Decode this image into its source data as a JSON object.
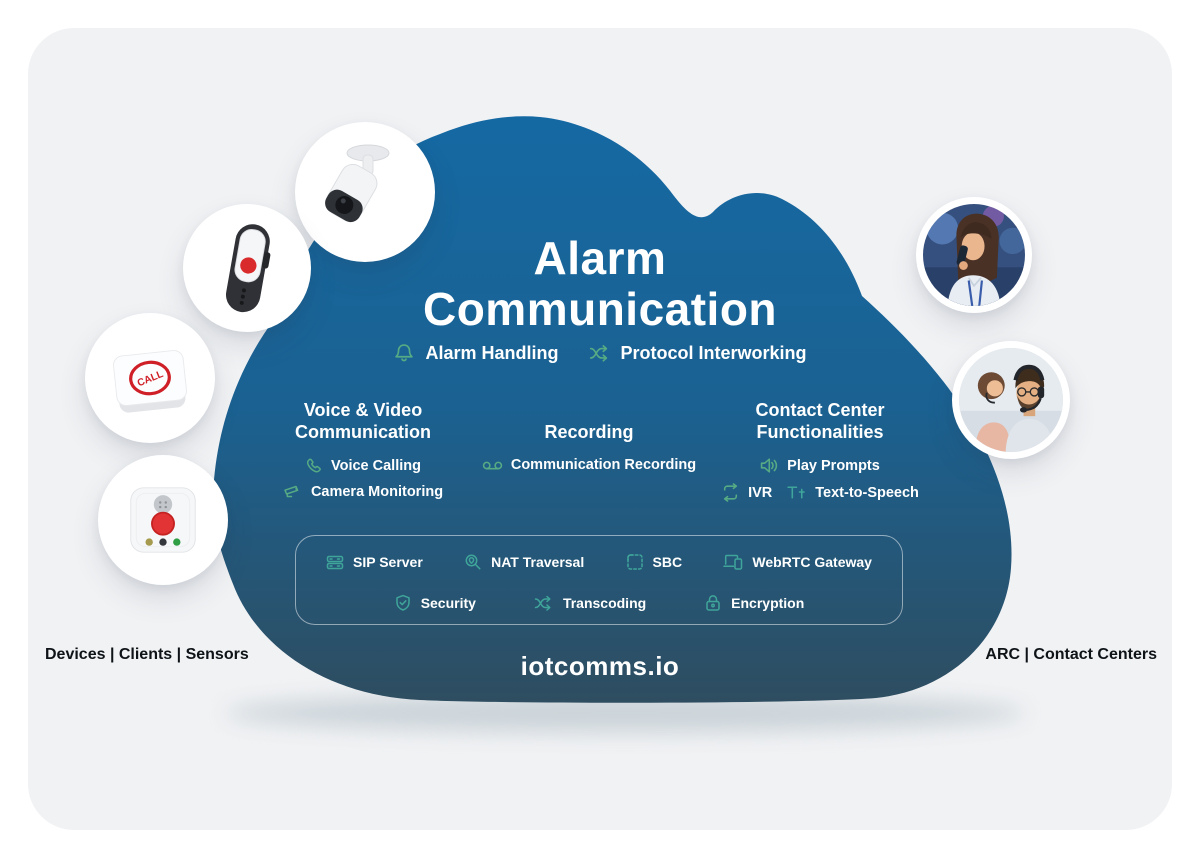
{
  "brand": "iotcomms.io",
  "title": {
    "line1": "Alarm",
    "line2": "Communication"
  },
  "top_features": [
    {
      "icon": "bell-icon",
      "label": "Alarm Handling"
    },
    {
      "icon": "protocol-interworking-icon",
      "label": "Protocol Interworking"
    }
  ],
  "columns": [
    {
      "heading_line1": "Voice & Video",
      "heading_line2": "Communication",
      "items": [
        {
          "icon": "phone-icon",
          "label": "Voice Calling"
        },
        {
          "icon": "cctv-camera-icon",
          "label": "Camera Monitoring"
        }
      ]
    },
    {
      "heading_line1": "",
      "heading_line2": "Recording",
      "items": [
        {
          "icon": "voicemail-icon",
          "label": "Communication Recording"
        }
      ]
    },
    {
      "heading_line1": "Contact Center",
      "heading_line2": "Functionalities",
      "items": [
        {
          "icon": "speaker-icon",
          "label": "Play Prompts"
        },
        {
          "icon": "ivr-loop-icon",
          "label": "IVR"
        },
        {
          "icon": "text-to-speech-icon",
          "label": "Text-to-Speech"
        }
      ]
    }
  ],
  "platform_capabilities": {
    "row1": [
      {
        "icon": "server-icon",
        "label": "SIP Server"
      },
      {
        "icon": "nat-traversal-icon",
        "label": "NAT Traversal"
      },
      {
        "icon": "sbc-icon",
        "label": "SBC"
      },
      {
        "icon": "webrtc-gateway-icon",
        "label": "WebRTC Gateway"
      }
    ],
    "row2": [
      {
        "icon": "security-shield-icon",
        "label": "Security"
      },
      {
        "icon": "transcoding-icon",
        "label": "Transcoding"
      },
      {
        "icon": "encryption-lock-icon",
        "label": "Encryption"
      }
    ]
  },
  "left_caption": "Devices | Clients | Sensors",
  "right_caption": "ARC | Contact Centers",
  "photos": {
    "left": [
      "security-camera",
      "sos-wristband",
      "call-button",
      "alarm-speaker-unit"
    ],
    "right": [
      "operator-on-phone",
      "contact-center-agents"
    ]
  },
  "colors": {
    "cloud_top": "#1569a3",
    "cloud_bottom": "#2e4d60",
    "icon_green": "#56ab84",
    "icon_teal": "#3fa59a",
    "card_background": "#f1f2f4",
    "caption_text": "#0e1317",
    "alert_red": "#d81f26"
  }
}
